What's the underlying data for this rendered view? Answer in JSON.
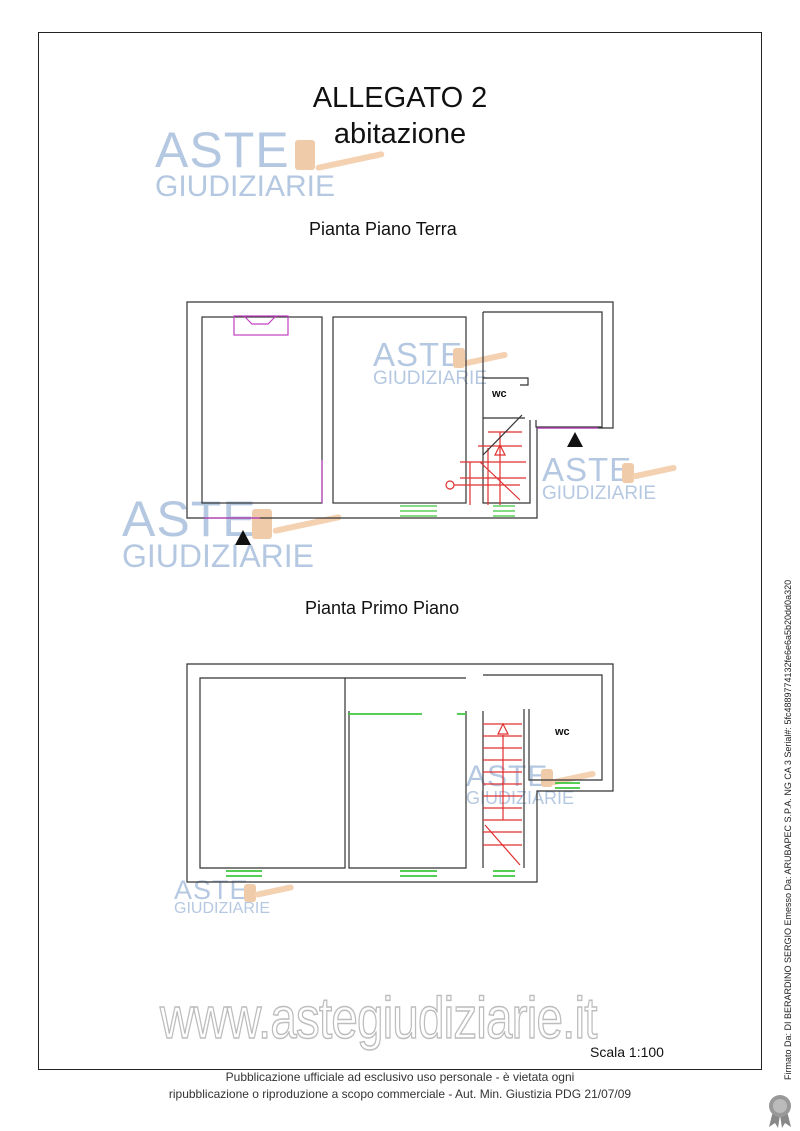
{
  "title": "ALLEGATO 2",
  "subtitle": "abitazione",
  "ground_floor_label": "Pianta Piano Terra",
  "first_floor_label": "Pianta Primo Piano",
  "wc_label": "wc",
  "watermark": {
    "line1": "ASTE",
    "line2": "GIUDIZIARIE"
  },
  "website_watermark": "www.astegiudiziarie.it",
  "scale": "Scala 1:100",
  "notice_line1": "Pubblicazione ufficiale ad esclusivo uso personale - è vietata ogni",
  "notice_line2": "ripubblicazione o riproduzione a scopo commerciale - Aut. Min. Giustizia PDG 21/07/09",
  "signature": "Firmato Da: DI BERARDINO SERGIO Emesso Da: ARUBAPEC S.P.A. NG CA 3 Serial#: 5fc4889774132fe6e6a5b20dd0a320",
  "colors": {
    "wall": "#333333",
    "stairs": "#e03030",
    "window": "#3cc83c",
    "door": "#c040c0",
    "watermark": "#a9bfdc"
  }
}
